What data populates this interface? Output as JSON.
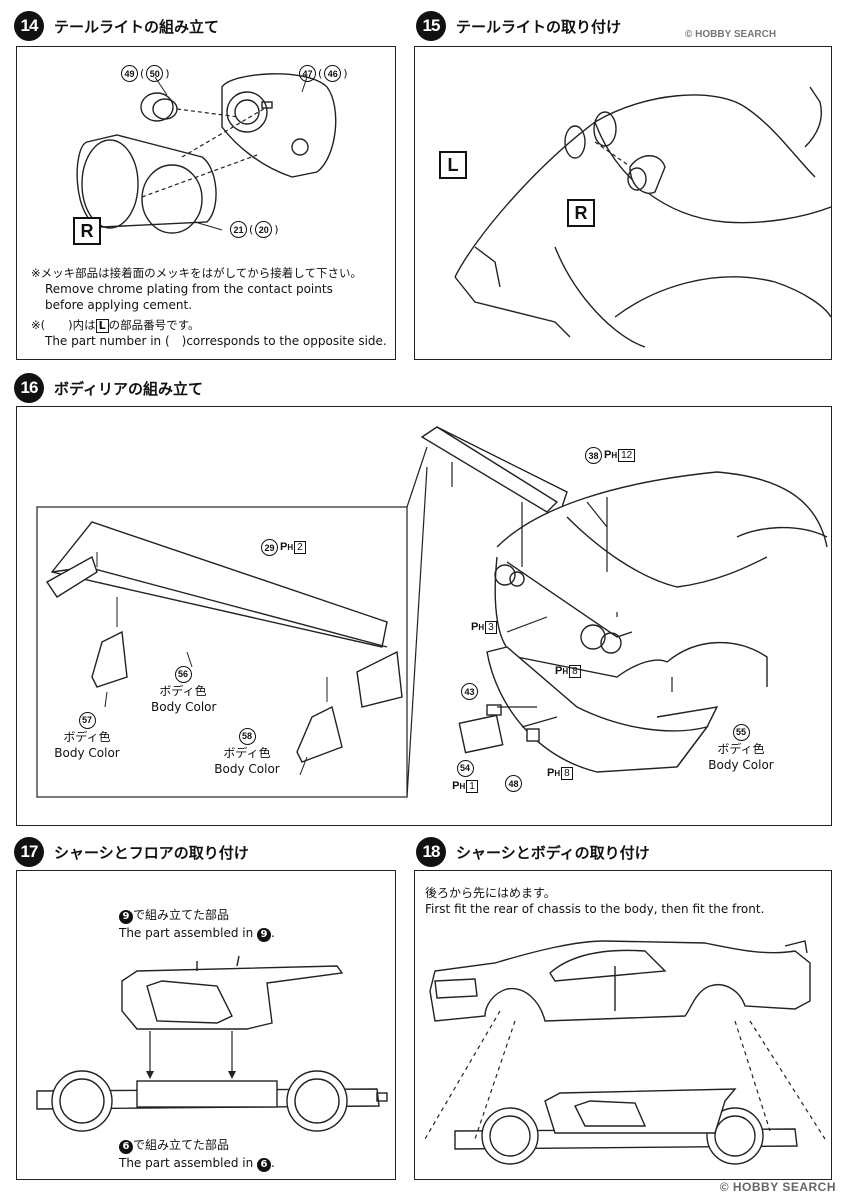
{
  "steps": [
    {
      "number": "14",
      "title": "テールライトの組み立て"
    },
    {
      "number": "15",
      "title": "テールライトの取り付け"
    },
    {
      "number": "16",
      "title": "ボディリアの組み立て"
    },
    {
      "number": "17",
      "title": "シャーシとフロアの取り付け"
    },
    {
      "number": "18",
      "title": "シャーシとボディの取り付け"
    }
  ],
  "step14": {
    "parts": {
      "p49": "49",
      "p50": "50",
      "p47": "47",
      "p46": "46",
      "p21": "21",
      "p20": "20"
    },
    "side_letter": "R",
    "note1_jp": "※メッキ部品は接着面のメッキをはがしてから接着して下さい。",
    "note1_en_1": "Remove chrome plating from the contact points",
    "note1_en_2": "before applying cement.",
    "note2_jp_a": "※(　　)内は",
    "note2_box": "L",
    "note2_jp_b": "の部品番号です。",
    "note2_en": "The part number in (　)corresponds to the opposite side."
  },
  "step15": {
    "letter_l": "L",
    "letter_r": "R",
    "watermark": "© HOBBY SEARCH"
  },
  "step16": {
    "p29": "29",
    "p29_ph": "2",
    "p56": "56",
    "p56_jp": "ボディ色",
    "p56_en": "Body Color",
    "p57": "57",
    "p57_jp": "ボディ色",
    "p57_en": "Body Color",
    "p58": "58",
    "p58_jp": "ボディ色",
    "p58_en": "Body Color",
    "p38": "38",
    "p38_ph": "12",
    "ph3": "3",
    "ph8a": "8",
    "p43": "43",
    "p54": "54",
    "ph1": "1",
    "p48": "48",
    "ph8b": "8",
    "p55": "55",
    "p55_jp": "ボディ色",
    "p55_en": "Body Color",
    "ph_letter": "P",
    "ph_sub": "H"
  },
  "step17": {
    "top_num": "9",
    "top_jp": "で組み立てた部品",
    "top_en": "The part assembled in",
    "bottom_num": "6",
    "bottom_jp": "で組み立てた部品",
    "bottom_en": "The part assembled in"
  },
  "step18": {
    "note_jp": "後ろから先にはめます。",
    "note_en": "First fit the rear of chassis to the body, then fit the front."
  },
  "footer": {
    "watermark": "© HOBBY SEARCH"
  }
}
